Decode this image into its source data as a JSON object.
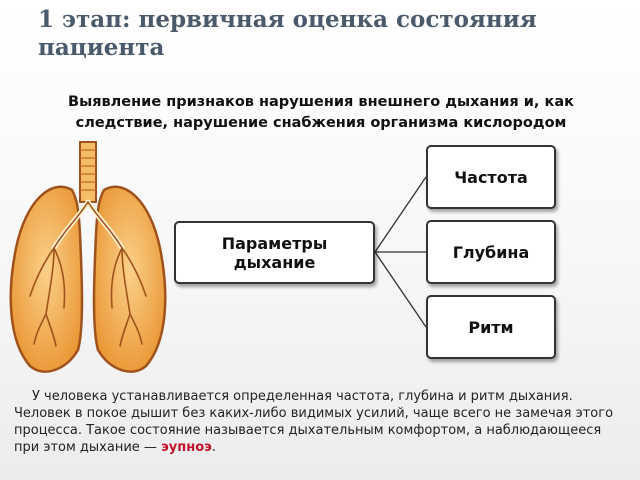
{
  "slide": {
    "title": "1 этап: первичная оценка состояния пациента",
    "subtitle": "Выявление признаков нарушения внешнего дыхания и, как следствие, нарушение снабжения  организма кислородом"
  },
  "diagram": {
    "main_node": "Параметры дыхание",
    "branches": [
      "Частота",
      "Глубина",
      "Ритм"
    ]
  },
  "body": {
    "paragraph_before": "У человека устанавливается определенная частота, глубина и ритм дыхания. Человек в покое дышит без каких-либо видимых усилий, чаще всего не замечая этого процесса. Такое состояние называется дыхательным комфортом, а наблюдающееся при этом дыхание — ",
    "highlight_term": "эупноэ",
    "paragraph_after": "."
  },
  "colors": {
    "title": "#4a5a6c",
    "lung_fill": "#f2a93b",
    "lung_outline": "#a0521c",
    "highlight": "#c0142a"
  },
  "icons": {
    "lungs": "lungs-illustration"
  }
}
